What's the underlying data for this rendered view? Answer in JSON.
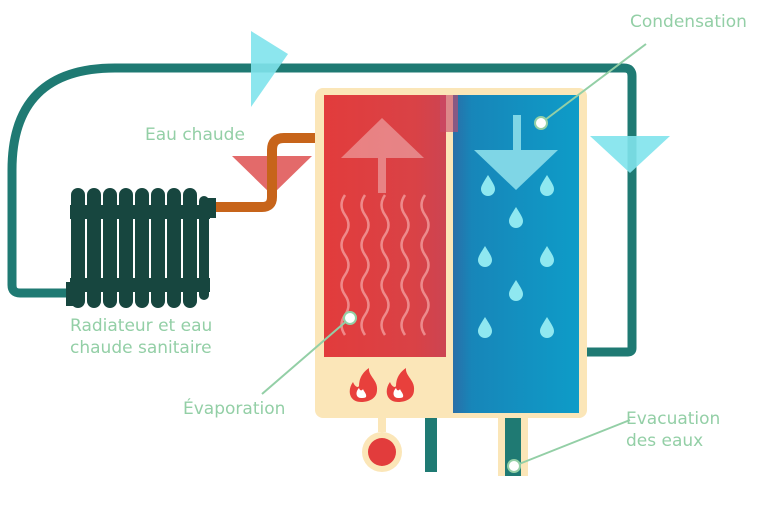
{
  "labels": {
    "condensation": "Condensation",
    "eau_chaude": "Eau chaude",
    "radiateur_line1": "Radiateur et eau",
    "radiateur_line2": "chaude sanitaire",
    "evaporation": "Évaporation",
    "evacuation_line1": "Evacuation",
    "evacuation_line2": "des eaux"
  },
  "colors": {
    "pipe": "#1f7a73",
    "hot": "#e23c3c",
    "cold": "#1a8dbd",
    "frame": "#fbe6b8",
    "radiator": "#17463f",
    "orange_pipe": "#c7641a",
    "arrow_cyan": "#7fe3ec",
    "label": "#93cfa6"
  },
  "icons": [
    "flame-icon",
    "water-drop-icon",
    "flow-arrow-icon"
  ]
}
